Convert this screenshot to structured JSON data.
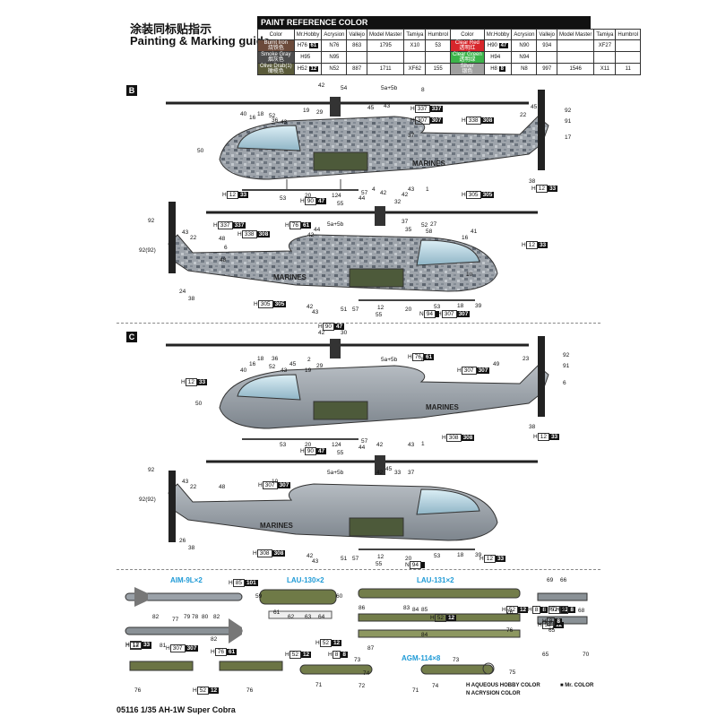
{
  "header": {
    "title_cn": "涂装同标贴指示",
    "title_en": "Painting & Marking guide"
  },
  "paint_table": {
    "title": "PAINT  REFERENCE COLOR",
    "columns": [
      "Color",
      "Mr.Hobby",
      "Acrysion",
      "Vallejo",
      "Model Master",
      "Tamiya",
      "Humbrol",
      "Color",
      "Mr.Hobby",
      "Acrysion",
      "Vallejo",
      "Model Master",
      "Tamiya",
      "Humbrol"
    ],
    "rows": [
      {
        "left": {
          "name": "Burnt Iron",
          "sub": "烧铁色",
          "bg": "#6b4a3a",
          "h": "H76",
          "hc": "61",
          "n": "N76",
          "vallejo": "863",
          "mm": "1795",
          "tamiya": "X10",
          "humbrol": "53"
        },
        "right": {
          "name": "Clear Red",
          "sub": "透明红",
          "bg": "#d7262b",
          "h": "H90",
          "hc": "47",
          "n": "N90",
          "vallejo": "934",
          "mm": "",
          "tamiya": "XF27",
          "humbrol": ""
        }
      },
      {
        "left": {
          "name": "Smoke Gray",
          "sub": "烟灰色",
          "bg": "#4d4d4d",
          "h": "H95",
          "hc": "",
          "n": "N95",
          "vallejo": "",
          "mm": "",
          "tamiya": "",
          "humbrol": ""
        },
        "right": {
          "name": "Clear Green",
          "sub": "透明绿",
          "bg": "#3cb44a",
          "h": "H94",
          "hc": "",
          "n": "N94",
          "vallejo": "",
          "mm": "",
          "tamiya": "",
          "humbrol": ""
        }
      },
      {
        "left": {
          "name": "Olive Drab(1)",
          "sub": "橄榄色",
          "bg": "#5a5b3a",
          "h": "H52",
          "hc": "12",
          "n": "N52",
          "vallejo": "887",
          "mm": "1711",
          "tamiya": "XF62",
          "humbrol": "155"
        },
        "right": {
          "name": "Silver",
          "sub": "银色",
          "bg": "#a0a0a0",
          "h": "H8",
          "hc": "8",
          "n": "N8",
          "vallejo": "997",
          "mm": "1546",
          "tamiya": "X11",
          "humbrol": "11"
        }
      }
    ]
  },
  "sections": {
    "b": "B",
    "c": "C"
  },
  "labels": {
    "marines": "MARINES",
    "b_top": [
      "42",
      "54",
      "5a+5b",
      "8",
      "43",
      "40",
      "16",
      "18",
      "52",
      "36",
      "43",
      "19",
      "29",
      "45",
      "92",
      "91",
      "17",
      "37",
      "50",
      "53",
      "20",
      "12",
      "4",
      "55",
      "44",
      "57",
      "4",
      "42",
      "32",
      "1",
      "43",
      "42",
      "38",
      "22",
      "45"
    ],
    "b_bot": [
      "92",
      "43",
      "22",
      "48",
      "6",
      "5a+5b",
      "44",
      "42",
      "37",
      "52",
      "27",
      "35",
      "58",
      "16",
      "41",
      "48",
      "10",
      "92(92)",
      "24",
      "38",
      "42",
      "43",
      "51",
      "57",
      "12",
      "55",
      "20",
      "53",
      "18",
      "39"
    ],
    "c_top": [
      "42",
      "30",
      "5a+5b",
      "8",
      "40",
      "16",
      "18",
      "52",
      "36",
      "43",
      "45",
      "2",
      "19",
      "29",
      "49",
      "23",
      "92",
      "91",
      "6",
      "50",
      "53",
      "20",
      "12",
      "4",
      "55",
      "44",
      "57",
      "42",
      "43",
      "1",
      "38"
    ],
    "c_bot": [
      "92",
      "43",
      "22",
      "48",
      "5a+5b",
      "42",
      "37",
      "10",
      "45",
      "33",
      "92(92)",
      "26",
      "38",
      "42",
      "43",
      "51",
      "57",
      "12",
      "55",
      "20",
      "53",
      "18",
      "39"
    ]
  },
  "hcodes": {
    "b1": {
      "t": "H",
      "n": "337",
      "v": "337"
    },
    "b2": {
      "t": "H",
      "n": "307",
      "v": "307"
    },
    "b3": {
      "t": "H",
      "n": "338",
      "v": "308"
    },
    "b4": {
      "t": "H",
      "n": "12",
      "v": "33"
    },
    "b5": {
      "t": "H",
      "n": "90",
      "v": "47"
    },
    "b6": {
      "t": "H",
      "n": "305",
      "v": "305"
    },
    "b7": {
      "t": "H",
      "n": "12",
      "v": "33"
    },
    "b8": {
      "t": "H",
      "n": "337",
      "v": "337"
    },
    "b9": {
      "t": "H",
      "n": "76",
      "v": "61"
    },
    "b10": {
      "t": "H",
      "n": "338",
      "v": "308"
    },
    "b11": {
      "t": "H",
      "n": "12",
      "v": "33"
    },
    "b12": {
      "t": "H",
      "n": "305",
      "v": "305"
    },
    "b13": {
      "t": "N",
      "n": "94",
      "v": ""
    },
    "b14": {
      "t": "H",
      "n": "307",
      "v": "307"
    },
    "c1": {
      "t": "H",
      "n": "90",
      "v": "47"
    },
    "c2": {
      "t": "H",
      "n": "76",
      "v": "61"
    },
    "c3": {
      "t": "H",
      "n": "307",
      "v": "307"
    },
    "c4": {
      "t": "H",
      "n": "12",
      "v": "33"
    },
    "c5": {
      "t": "H",
      "n": "90",
      "v": "47"
    },
    "c6": {
      "t": "H",
      "n": "308",
      "v": "308"
    },
    "c7": {
      "t": "H",
      "n": "12",
      "v": "33"
    },
    "c8": {
      "t": "H",
      "n": "307",
      "v": "307"
    },
    "c9": {
      "t": "H",
      "n": "308",
      "v": "308"
    },
    "c10": {
      "t": "N",
      "n": "94",
      "v": ""
    },
    "c11": {
      "t": "H",
      "n": "12",
      "v": "33"
    }
  },
  "weapons": {
    "aim9": "AIM-9L×2",
    "lau130": "LAU-130×2",
    "lau131": "LAU-131×2",
    "agm114": "AGM-114×8",
    "aim_nums": [
      "82",
      "77",
      "79",
      "78",
      "80",
      "82",
      "81",
      "82"
    ],
    "lau130_nums": [
      "59",
      "60",
      "61",
      "62",
      "63",
      "64"
    ],
    "lau131_nums": [
      "86",
      "83",
      "84",
      "85",
      "76",
      "76",
      "84",
      "87"
    ],
    "misc_nums": [
      "69",
      "66",
      "67",
      "68",
      "65",
      "65",
      "70",
      "71",
      "73",
      "74",
      "72",
      "73",
      "74",
      "71",
      "75",
      "76",
      "76"
    ],
    "codes": {
      "w1": {
        "t": "H",
        "n": "85",
        "v": "101"
      },
      "w2": {
        "t": "H",
        "n": "307",
        "v": "307"
      },
      "w3": {
        "t": "H",
        "n": "52",
        "v": "12"
      },
      "w4": {
        "t": "H",
        "n": "12",
        "v": "33"
      },
      "w5": {
        "t": "H",
        "n": "52",
        "v": "12"
      },
      "w6": {
        "t": "H",
        "n": "8",
        "v": "8"
      },
      "w7": {
        "t": "H",
        "n": "52",
        "v": "12"
      },
      "w8": {
        "t": "H",
        "n": "52",
        "v": "12"
      },
      "w9": {
        "t": "H",
        "n": "8",
        "v": "8"
      },
      "w10": {
        "t": "H",
        "n": "52",
        "v": "12"
      },
      "w11": {
        "t": "H",
        "n": "8",
        "v": "8"
      },
      "w12": {
        "t": "H",
        "n": "52",
        "v": "12"
      },
      "w13": {
        "t": "H",
        "n": "8",
        "v": "8"
      },
      "w14": {
        "t": "H",
        "n": "76",
        "v": "61"
      },
      "w15": {
        "t": "H",
        "n": "52",
        "v": "12"
      },
      "w16": {
        "t": "H",
        "n": "12",
        "v": "33"
      }
    }
  },
  "legend": {
    "aq": "H AQUEOUS HOBBY COLOR",
    "ac": "N ACRYSION COLOR",
    "mr": "Mr. COLOR"
  },
  "footer": "05116 1/35 AH-1W Super Cobra"
}
